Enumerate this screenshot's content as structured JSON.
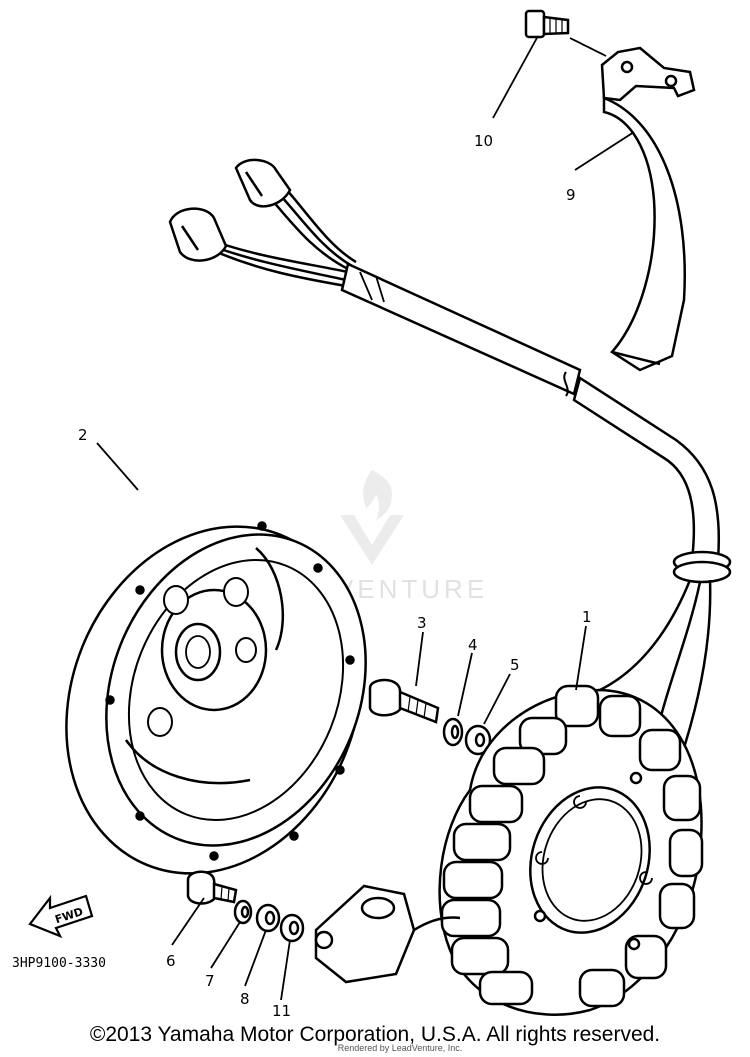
{
  "diagram": {
    "part_callouts": [
      {
        "key": "1",
        "label": "1"
      },
      {
        "key": "2",
        "label": "2"
      },
      {
        "key": "3",
        "label": "3"
      },
      {
        "key": "4",
        "label": "4"
      },
      {
        "key": "5",
        "label": "5"
      },
      {
        "key": "6",
        "label": "6"
      },
      {
        "key": "7",
        "label": "7"
      },
      {
        "key": "8",
        "label": "8"
      },
      {
        "key": "9",
        "label": "9"
      },
      {
        "key": "10",
        "label": "10"
      },
      {
        "key": "11",
        "label": "11"
      }
    ],
    "fwd_label": "FWD",
    "reference_code": "3HP9100-3330",
    "watermark_text": "LEADVENTURE"
  },
  "footer": {
    "copyright": "©2013 Yamaha Motor Corporation, U.S.A. All rights reserved.",
    "rendered_by": "Rendered by LeadVenture, Inc."
  }
}
